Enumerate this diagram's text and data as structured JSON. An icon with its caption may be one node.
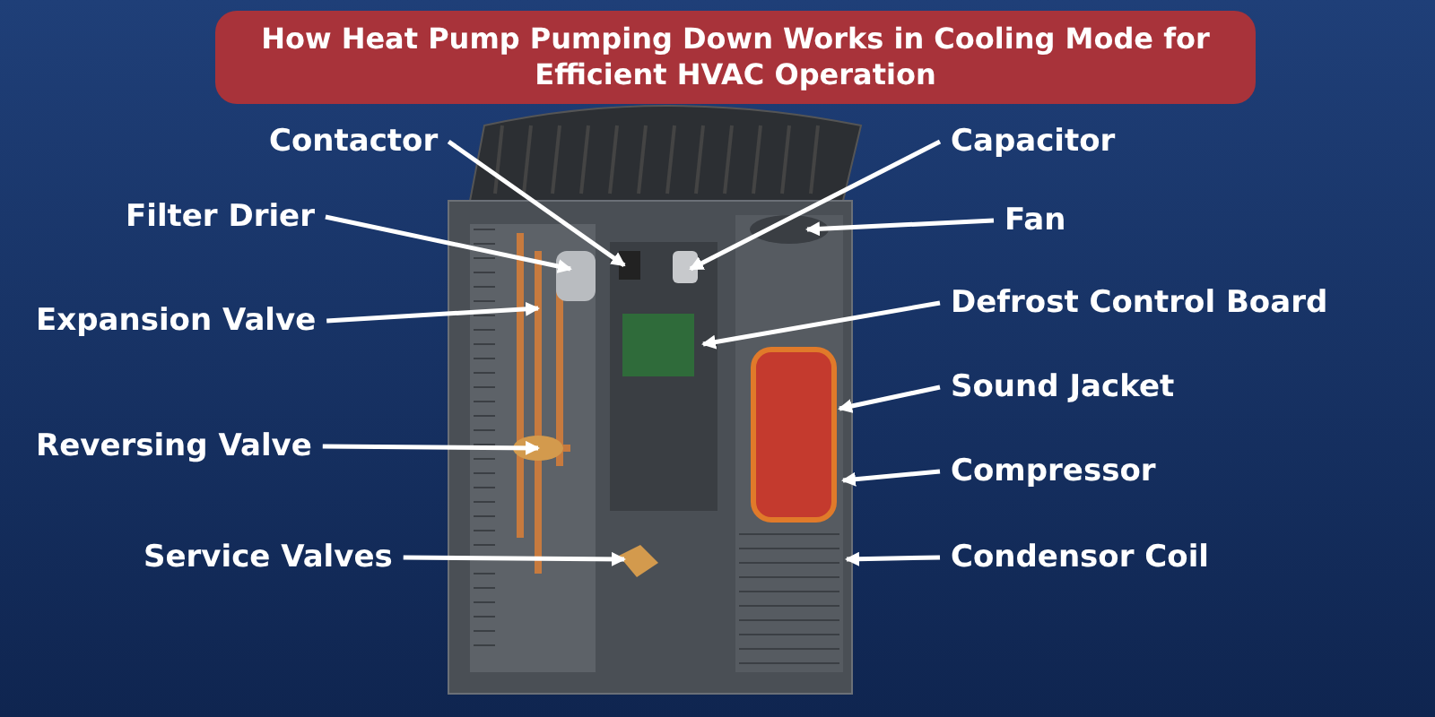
{
  "diagram": {
    "title": "How Heat Pump Pumping Down Works in Cooling Mode for Efficient HVAC Operation",
    "nodes": [
      {
        "text": [
          "Contactor"
        ]
      },
      {
        "text": [
          "Filter Drier"
        ]
      },
      {
        "text": [
          "Expansion Valve"
        ]
      },
      {
        "text": [
          "Reversing Valve"
        ]
      },
      {
        "text": [
          "Service Valves"
        ]
      },
      {
        "text": [
          "Capacitor"
        ]
      },
      {
        "text": [
          "Fan"
        ]
      },
      {
        "text": [
          "Defrost Control Board"
        ]
      },
      {
        "text": [
          "Sound Jacket"
        ]
      },
      {
        "text": [
          "Compressor"
        ]
      },
      {
        "text": [
          "Condensor Coil"
        ]
      }
    ],
    "edges": [
      {
        "from": 0,
        "to": null,
        "arrow": "to"
      },
      {
        "from": 1,
        "to": null,
        "arrow": "to"
      },
      {
        "from": 2,
        "to": null,
        "arrow": "to"
      },
      {
        "from": 3,
        "to": null,
        "arrow": "to"
      },
      {
        "from": 4,
        "to": null,
        "arrow": "to"
      },
      {
        "from": 5,
        "to": null,
        "arrow": "to"
      },
      {
        "from": 6,
        "to": null,
        "arrow": "to"
      },
      {
        "from": 7,
        "to": null,
        "arrow": "to"
      },
      {
        "from": 8,
        "to": null,
        "arrow": "to"
      },
      {
        "from": 9,
        "to": null,
        "arrow": "to"
      },
      {
        "from": 10,
        "to": null,
        "arrow": "to"
      }
    ]
  }
}
